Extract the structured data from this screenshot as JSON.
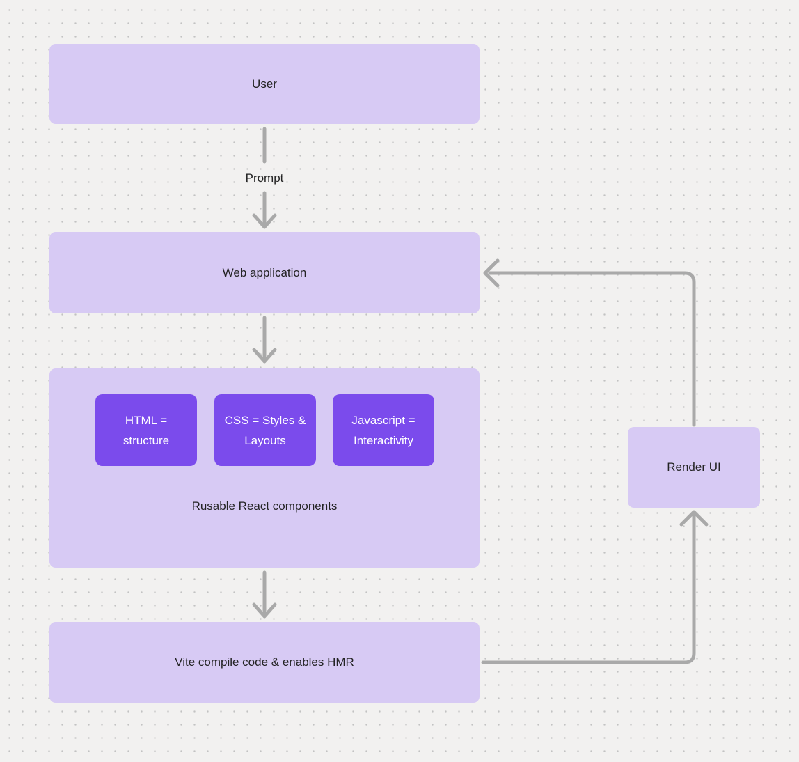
{
  "diagram": {
    "nodes": {
      "user": {
        "label": "User"
      },
      "web_application": {
        "label": "Web application"
      },
      "components_container": {
        "label": "Rusable React components",
        "children": [
          {
            "label": "HTML = structure"
          },
          {
            "label": "CSS = Styles & Layouts"
          },
          {
            "label": "Javascript = Interactivity"
          }
        ]
      },
      "vite": {
        "label": "Vite compile code & enables HMR"
      },
      "render_ui": {
        "label": "Render UI"
      }
    },
    "edges": {
      "prompt_label": "Prompt"
    },
    "colors": {
      "background": "#f2f1f0",
      "dot": "#c2c2c2",
      "node_fill": "#d7caf4",
      "inner_node_fill": "#7b4bec",
      "inner_node_text": "#ffffff",
      "text": "#232323",
      "arrow": "#a9a9a9"
    }
  }
}
